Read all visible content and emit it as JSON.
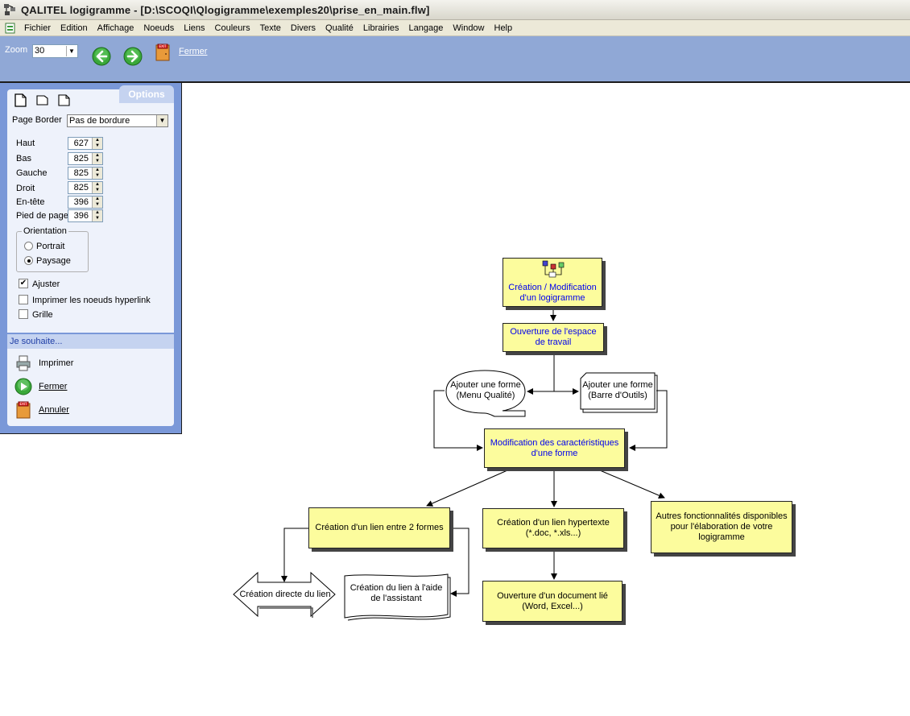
{
  "window": {
    "title": "QALITEL logigramme - [D:\\SCOQI\\Qlogigramme\\exemples20\\prise_en_main.flw]"
  },
  "menu": [
    "Fichier",
    "Edition",
    "Affichage",
    "Noeuds",
    "Liens",
    "Couleurs",
    "Texte",
    "Divers",
    "Qualité",
    "Librairies",
    "Langage",
    "Window",
    "Help"
  ],
  "toolbar": {
    "zoom_label": "Zoom",
    "zoom_value": "30",
    "close_label": "Fermer"
  },
  "options": {
    "tab_label": "Options",
    "page_border_label": "Page Border",
    "page_border_value": "Pas de bordure",
    "margins": [
      {
        "label": "Haut",
        "value": "627"
      },
      {
        "label": "Bas",
        "value": "825"
      },
      {
        "label": "Gauche",
        "value": "825"
      },
      {
        "label": "Droit",
        "value": "825"
      },
      {
        "label": "En-tête",
        "value": "396"
      },
      {
        "label": "Pied de page",
        "value": "396"
      }
    ],
    "orientation_label": "Orientation",
    "orientation_options": [
      "Portrait",
      "Paysage"
    ],
    "orientation_selected": "Paysage",
    "checkboxes": [
      {
        "label": "Ajuster",
        "checked": true
      },
      {
        "label": "Imprimer les noeuds hyperlink",
        "checked": false
      },
      {
        "label": "Grille",
        "checked": false
      }
    ],
    "wish_label": "Je souhaite...",
    "actions": [
      "Imprimer",
      "Fermer",
      "Annuler"
    ]
  },
  "diagram": {
    "n_create": "Création / Modification d'un logigramme",
    "n_open": "Ouverture de l'espace de travail",
    "n_add_menu": "Ajouter une forme (Menu Qualité)",
    "n_add_bar": "Ajouter une forme (Barre d'Outils)",
    "n_modify": "Modification des caractéristiques d'une forme",
    "n_link2": "Création d'un lien entre 2 formes",
    "n_hyper": "Création d'un lien hypertexte (*.doc, *.xls...)",
    "n_other": "Autres fonctionnalités disponibles pour l'élaboration de votre logigramme",
    "n_direct": "Création directe du lien",
    "n_assist": "Création du lien à l'aide de l'assistant",
    "n_doc": "Ouverture d'un document lié (Word, Excel...)"
  }
}
